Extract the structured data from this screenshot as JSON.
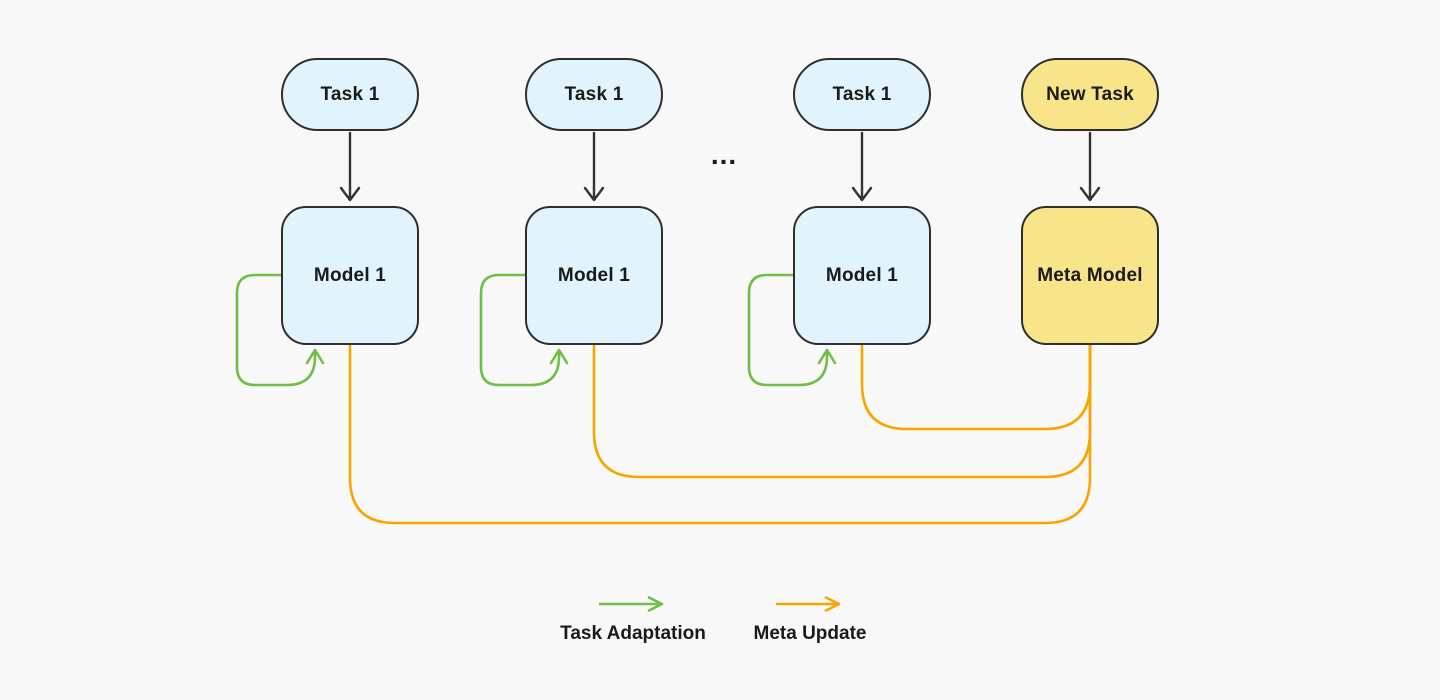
{
  "diagram": {
    "columns": [
      {
        "task_label": "Task 1",
        "model_label": "Model 1",
        "variant": "task"
      },
      {
        "task_label": "Task 1",
        "model_label": "Model 1",
        "variant": "task"
      },
      {
        "task_label": "Task 1",
        "model_label": "Model 1",
        "variant": "task"
      },
      {
        "task_label": "New Task",
        "model_label": "Meta Model",
        "variant": "meta"
      }
    ],
    "ellipsis": "...",
    "legend": [
      {
        "label": "Task Adaptation",
        "color": "#6FBE45"
      },
      {
        "label": "Meta Update",
        "color": "#F7A600"
      }
    ]
  },
  "colors": {
    "green": "#6FBE45",
    "orange": "#F7A600",
    "blue-fill": "#E1F3FC",
    "yellow-fill": "#F8E58A",
    "border": "#2E2E2E",
    "dark": "#333333",
    "bg": "#F8F8F8",
    "text": "#1A1A1A"
  }
}
